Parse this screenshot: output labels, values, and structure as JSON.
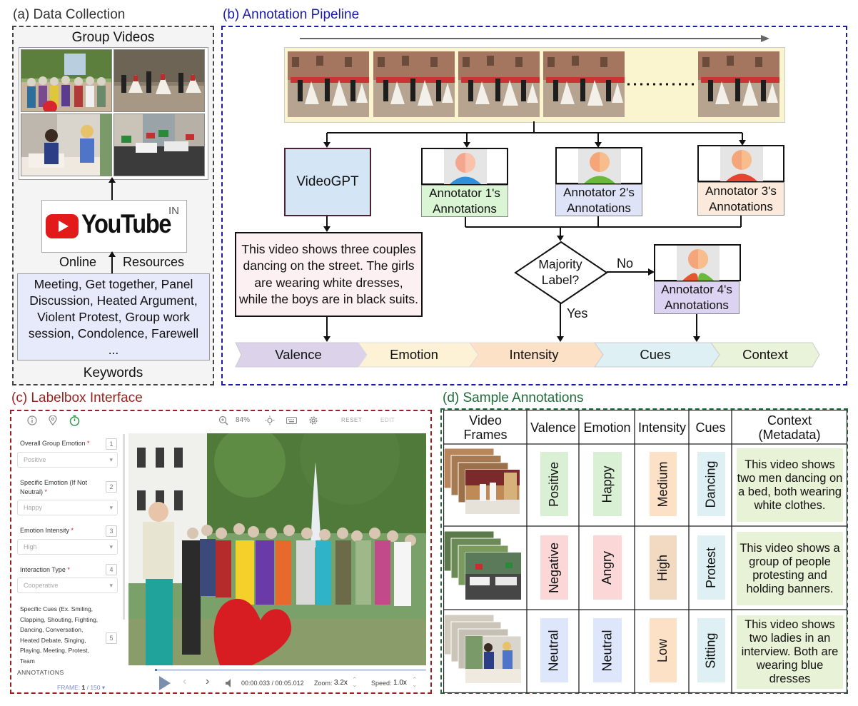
{
  "sections": {
    "a": "(a) Data Collection",
    "b": "(b) Annotation Pipeline",
    "c": "(c) Labelbox Interface",
    "d": "(d) Sample Annotations"
  },
  "colors": {
    "a": "#333333",
    "b": "#1b1ba8",
    "c": "#9c1f1f",
    "d": "#1f6b3a"
  },
  "data_collection": {
    "group_videos": "Group Videos",
    "youtube_logo": "YouTube",
    "youtube_region": "IN",
    "online": "Online",
    "resources": "Resources",
    "keywords_list": "Meeting, Get together, Panel Discussion, Heated Argument, Violent Protest, Group work session, Condolence, Farewell ...",
    "keywords": "Keywords"
  },
  "pipeline": {
    "videogpt": "VideoGPT",
    "description": "This video shows three couples dancing on the street. The girls are wearing white dresses, while the boys are in black suits.",
    "annotator1": "Annotator 1's Annotations",
    "annotator2": "Annotator 2's Annotations",
    "annotator3": "Annotator 3's Annotations",
    "annotator4": "Annotator 4's Annotations",
    "majority": "Majority Label?",
    "no": "No",
    "yes": "Yes",
    "outputs": [
      "Valence",
      "Emotion",
      "Intensity",
      "Cues",
      "Context"
    ]
  },
  "labelbox": {
    "zoom_pct": "84%",
    "reset": "RESET",
    "edit": "EDIT",
    "fields": [
      {
        "label": "Overall Group Emotion",
        "value": "Positive",
        "num": "1"
      },
      {
        "label": "Specific Emotion (If Not Neutral)",
        "value": "Happy",
        "num": "2"
      },
      {
        "label": "Emotion Intensity",
        "value": "High",
        "num": "3"
      },
      {
        "label": "Interaction Type",
        "value": "Cooperative",
        "num": "4"
      }
    ],
    "cues_label": "Specific Cues (Ex. Smiling, Clapping, Shouting, Fighting, Dancing, Conversation, Heated Debate, Singing, Playing, Meeting, Protest, Team",
    "cues_num": "5",
    "annotations": "ANNOTATIONS",
    "frame": "FRAME:",
    "frame_cur": "1",
    "frame_total": "/ 150",
    "time": "00:00.033 / 00:05.012",
    "zoom_label": "Zoom:",
    "zoom_val": "3.2x",
    "speed_label": "Speed:",
    "speed_val": "1.0x"
  },
  "samples": {
    "headers": [
      "Video Frames",
      "Valence",
      "Emotion",
      "Intensity",
      "Cues",
      "Context (Metadata)"
    ],
    "rows": [
      {
        "valence": "Positive",
        "emotion": "Happy",
        "intensity": "Medium",
        "cues": "Dancing",
        "context": "This video shows two men dancing on a bed, both wearing white clothes."
      },
      {
        "valence": "Negative",
        "emotion": "Angry",
        "intensity": "High",
        "cues": "Protest",
        "context": "This video shows a group of people protesting and holding banners."
      },
      {
        "valence": "Neutral",
        "emotion": "Neutral",
        "intensity": "Low",
        "cues": "Sitting",
        "context": "This video shows two ladies in an interview. Both are wearing blue dresses"
      }
    ]
  }
}
